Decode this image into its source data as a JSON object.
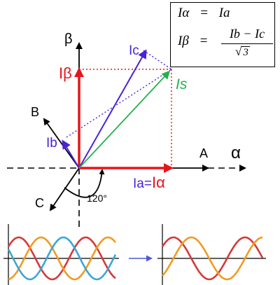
{
  "formula": {
    "line1": {
      "lhs": "Iα",
      "eq": "=",
      "rhs": "Ia"
    },
    "line2": {
      "lhs": "Iβ",
      "eq": "=",
      "numerator": "Ib − Ic",
      "sqrt_symbol": "√",
      "denominator": "3"
    }
  },
  "axes": {
    "beta": "β",
    "alpha": "α",
    "A": "A",
    "B": "B",
    "C": "C"
  },
  "vectors": {
    "i_beta": "Iβ",
    "i_c": "Ic",
    "i_s": "Is",
    "i_b": "Ib",
    "i_a_prefix": "Ia=",
    "i_alpha": "Iα"
  },
  "angle": {
    "label": "120°"
  },
  "colors": {
    "red": "#e8141b",
    "blue": "#4a22d8",
    "green": "#22b14c",
    "three_phase": [
      "#d43a3a",
      "#f29b21",
      "#3aa7d8"
    ],
    "two_phase": [
      "#d43a3a",
      "#f29b21"
    ],
    "transform_arrow": "#4a5ad8"
  },
  "waveforms": {
    "three_phase": {
      "phases": 3,
      "cycles": 1.6
    },
    "two_phase": {
      "phases": 2,
      "cycles": 1.4
    }
  }
}
